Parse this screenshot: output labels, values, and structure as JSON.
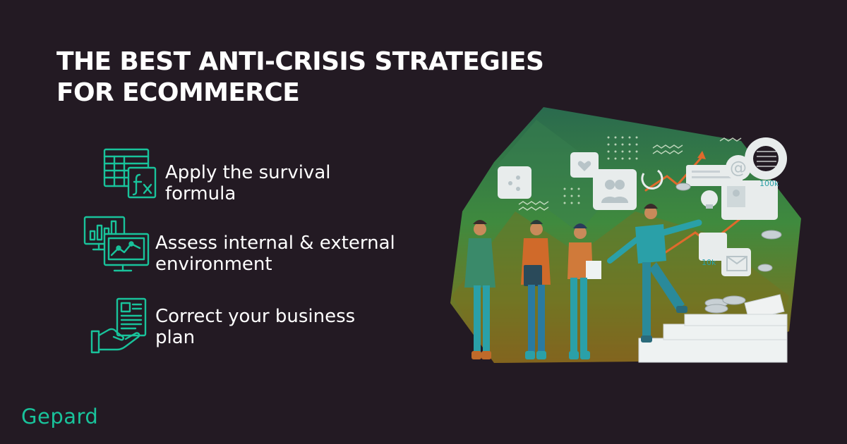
{
  "title": {
    "line1": "THE BEST ANTI-CRISIS STRATEGIES",
    "line2": "FOR ECOMMERCE"
  },
  "items": [
    {
      "icon": "spreadsheet-formula-icon",
      "line1": "Apply the survival",
      "line2": "formula"
    },
    {
      "icon": "analytics-monitors-icon",
      "line1": "Assess internal & external",
      "line2": "environment"
    },
    {
      "icon": "hand-holding-document-icon",
      "line1": "Correct your business",
      "line2": "plan"
    }
  ],
  "illustration": {
    "badge_100k": "100k",
    "badge_10k": "10k"
  },
  "logo": "Gepard",
  "colors": {
    "background": "#231a23",
    "accent": "#19c39b",
    "title": "#ffffff",
    "arrow": "#e06a2c"
  }
}
